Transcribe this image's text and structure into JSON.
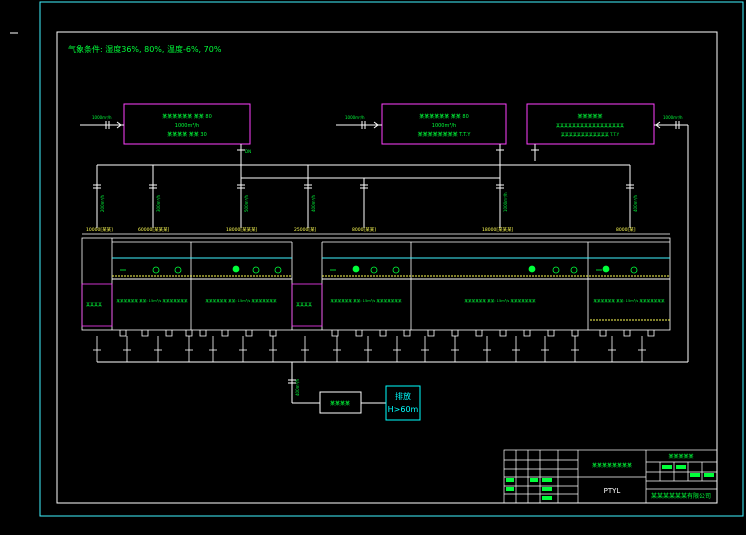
{
  "header_note": "气象条件: 湿度36%, 80%, 温度-6%, 70%",
  "units": [
    {
      "id": "unit-1",
      "lines": [
        "某某某某某某 某某 80",
        "1000m³/h",
        "某某某某 某某 30"
      ]
    },
    {
      "id": "unit-2",
      "lines": [
        "某某某某某某 某某 80",
        "1000m³/h",
        "某某某某某某某某 T.T.Y"
      ]
    },
    {
      "id": "unit-3",
      "lines": [
        "某某某某某",
        "某某某某某某某某某某某某某某某某某",
        "某某某某某某某某某某某某 T.T.Y"
      ]
    }
  ],
  "inlets": [
    "1000m³/h",
    "1000m³/h",
    "1000m³/h"
  ],
  "branch_labels": [
    "200m³/h",
    "300m³/h",
    "500m³/h",
    "400m³/h",
    "1000m³/h",
    "400m³/h"
  ],
  "top_tag": "DN",
  "room_widths": [
    "10000[某某]",
    "60000[某某某]",
    "18000[某某某]",
    "25000[某]",
    "8000[某某]",
    "18000[某某某]",
    "8000[某]"
  ],
  "room_labels": [
    "某某某某某某 某某: 15m³/s 某某某某某某某",
    "某某某某某某 某某: 15m³/s 某某某某某某某",
    "某某某某某某 某某: 15m³/s 某某某某某某某",
    "某某某某某某 某某: 15m³/s 某某某某某某某",
    "某某某某某某 某某: 15m³/s 某某某某某某某"
  ],
  "side_label": "某某某某",
  "exhaust_label": "400m³/h",
  "fan_label": "某某某某",
  "stack": {
    "title": "排放",
    "height": "H>60m"
  },
  "title_block": {
    "drawing_name": "某某某某某某某某",
    "code": "PTYL",
    "company": "某某某某某某有限公司",
    "stamp": "某某某某某"
  },
  "colors": {
    "background": "#000000",
    "frame": "#ffffff",
    "border": "#3ff3ff",
    "text": "#00ff3a",
    "units": "#ff3fff",
    "stack": "#00ffff",
    "pipes": "#ffffff",
    "highlight": "#ffff55"
  }
}
